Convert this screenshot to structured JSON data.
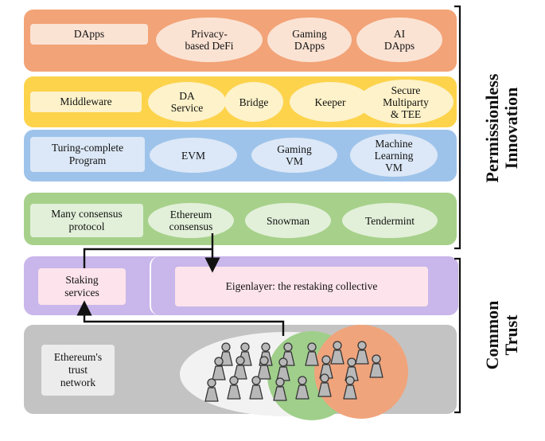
{
  "layers": {
    "dapps": {
      "label": "DApps",
      "items": [
        "Privacy-\nbased DeFi",
        "Gaming\nDApps",
        "AI\nDApps"
      ]
    },
    "middleware": {
      "label": "Middleware",
      "items": [
        "DA\nService",
        "Bridge",
        "Keeper",
        "Secure\nMultiparty\n& TEE"
      ]
    },
    "vm": {
      "label": "Turing-complete\nProgram",
      "items": [
        "EVM",
        "Gaming\nVM",
        "Machine\nLearning\nVM"
      ]
    },
    "consensus": {
      "label": "Many consensus\nprotocol",
      "items": [
        "Ethereum\nconsensus",
        "Snowman",
        "Tendermint"
      ]
    },
    "restaking": {
      "staking": "Staking\nservices",
      "eigenlayer": "Eigenlayer: the restaking collective"
    },
    "trust": {
      "label": "Ethereum's\ntrust\nnetwork"
    }
  },
  "side_labels": {
    "top": "Permissionless\nInnovation",
    "bottom": "Common\nTrust"
  },
  "colors": {
    "dapps": "#f2a377",
    "middleware": "#fdd34c",
    "vm": "#9ec3ea",
    "consensus": "#a7d18b",
    "restaking": "#c9b6ea",
    "trust": "#c3c3c3",
    "green_circle": "#9fcf8a",
    "orange_circle": "#f0a47c"
  }
}
